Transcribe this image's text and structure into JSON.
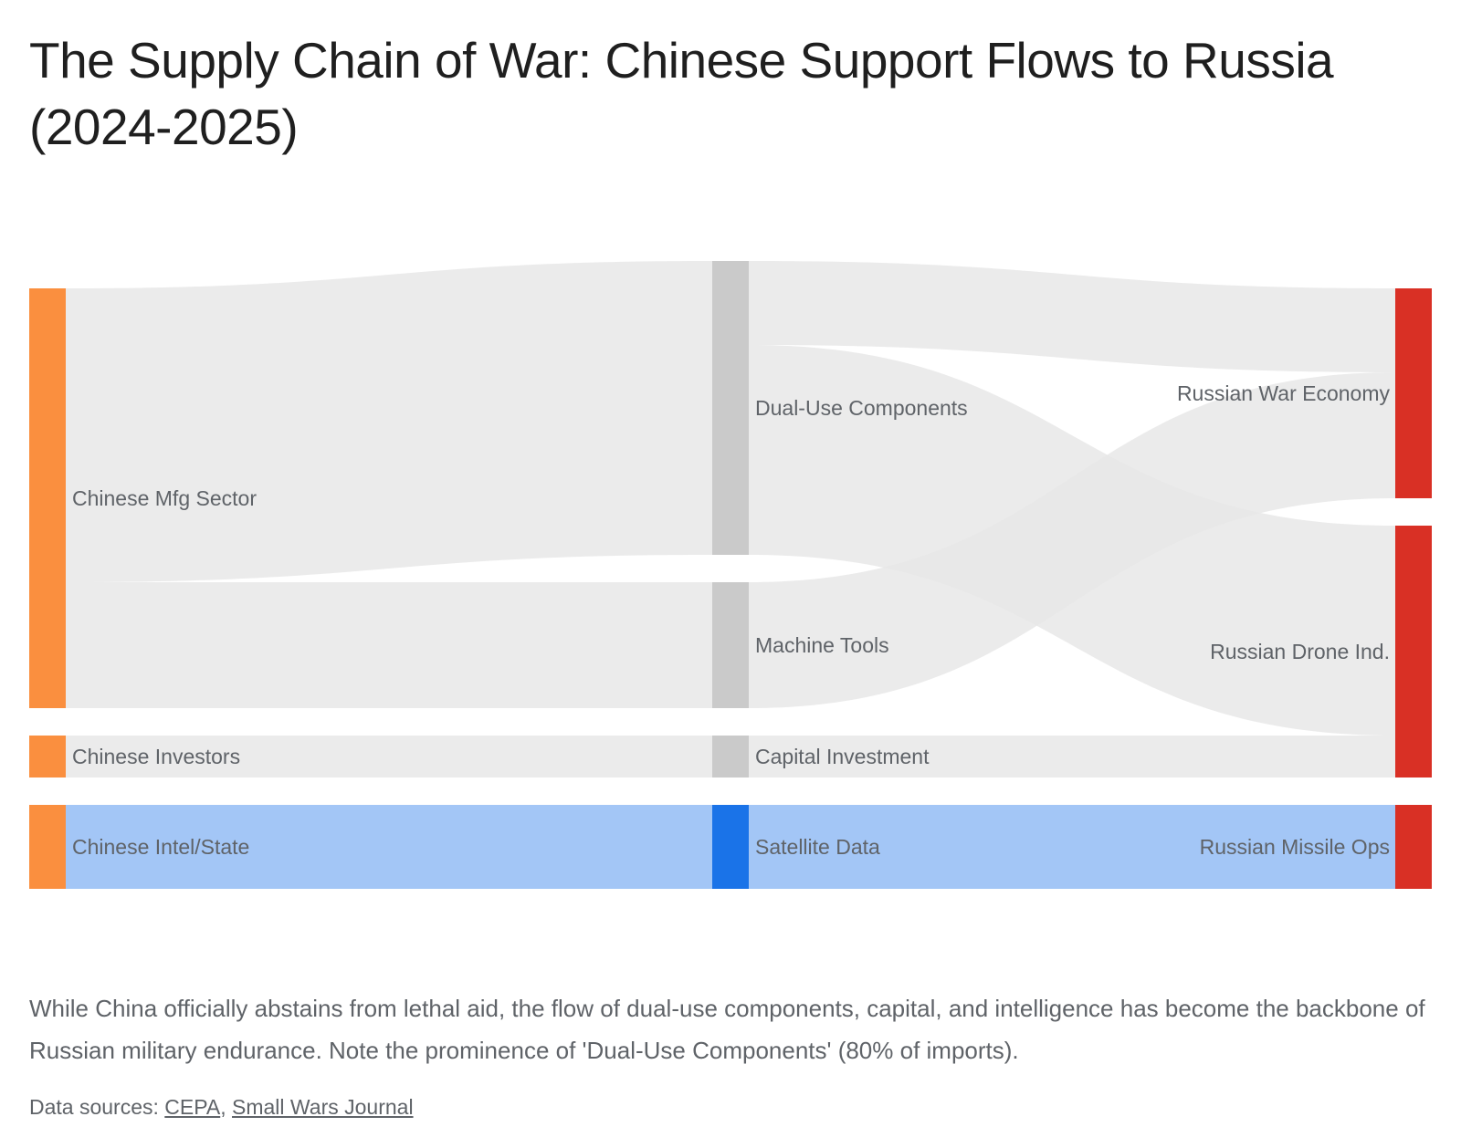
{
  "title": "The Supply Chain of War: Chinese Support Flows to Russia (2024-2025)",
  "caption": "While China officially abstains from lethal aid, the flow of dual-use components, capital, and intelligence has become the backbone of Russian military endurance. Note the prominence of 'Dual-Use Components' (80% of imports).",
  "sources": {
    "prefix": "Data sources: ",
    "links": [
      {
        "label": "CEPA"
      },
      {
        "label": "Small Wars Journal"
      }
    ],
    "separator": ", "
  },
  "colors": {
    "source_node": "#fa8f3f",
    "middle_node": "#cacaca",
    "highlight_middle_node": "#1a73e8",
    "target_node": "#d93025",
    "link": "#e8e8e8",
    "highlight_link": "#a3c6f6"
  },
  "chart_data": {
    "type": "sankey",
    "title": "The Supply Chain of War: Chinese Support Flows to Russia (2024-2025)",
    "nodes": [
      {
        "id": "mfg",
        "label": "Chinese Mfg Sector",
        "column": 0,
        "role": "source"
      },
      {
        "id": "inv",
        "label": "Chinese Investors",
        "column": 0,
        "role": "source"
      },
      {
        "id": "intel",
        "label": "Chinese Intel/State",
        "column": 0,
        "role": "source"
      },
      {
        "id": "du",
        "label": "Dual-Use Components",
        "column": 1,
        "role": "middle"
      },
      {
        "id": "mt",
        "label": "Machine Tools",
        "column": 1,
        "role": "middle"
      },
      {
        "id": "cap",
        "label": "Capital Investment",
        "column": 1,
        "role": "middle"
      },
      {
        "id": "sat",
        "label": "Satellite Data",
        "column": 1,
        "role": "highlight"
      },
      {
        "id": "war",
        "label": "Russian War Economy",
        "column": 2,
        "role": "target"
      },
      {
        "id": "drone",
        "label": "Russian Drone Ind.",
        "column": 2,
        "role": "target"
      },
      {
        "id": "missile",
        "label": "Russian Missile Ops",
        "column": 2,
        "role": "target"
      }
    ],
    "links": [
      {
        "source": "mfg",
        "target": "du",
        "value": 70
      },
      {
        "source": "mfg",
        "target": "mt",
        "value": 30
      },
      {
        "source": "inv",
        "target": "cap",
        "value": 10
      },
      {
        "source": "intel",
        "target": "sat",
        "value": 20,
        "highlight": true
      },
      {
        "source": "du",
        "target": "war",
        "value": 20
      },
      {
        "source": "du",
        "target": "drone",
        "value": 50
      },
      {
        "source": "mt",
        "target": "war",
        "value": 30
      },
      {
        "source": "cap",
        "target": "drone",
        "value": 10
      },
      {
        "source": "sat",
        "target": "missile",
        "value": 20,
        "highlight": true
      }
    ]
  }
}
